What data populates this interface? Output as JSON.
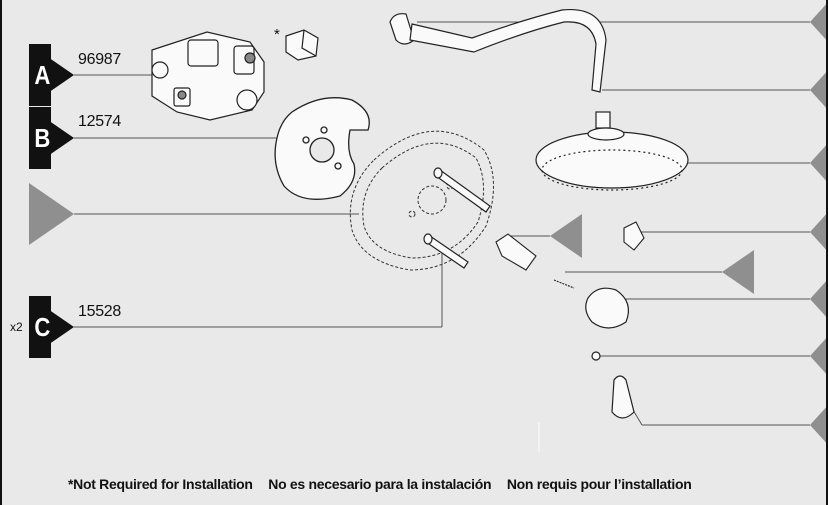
{
  "parts": [
    {
      "letter": "A",
      "number": "96987",
      "quantity": ""
    },
    {
      "letter": "B",
      "number": "12574",
      "quantity": ""
    },
    {
      "letter": "C",
      "number": "15528",
      "quantity": "x2"
    }
  ],
  "optional_marker": "*",
  "footnote": {
    "en": "*Not Required for Installation",
    "es": "No es necesario para la instalación",
    "fr": "Non requis pour l’installation"
  },
  "colors": {
    "badge": "#111111",
    "callout_blank": "#8f8f8f",
    "background": "#e9e9e9",
    "line": "#555555"
  },
  "icons": [
    "valve-body-icon",
    "stop-cap-icon",
    "plaster-guard-icon",
    "escutcheon-plate-icon",
    "screw-icon",
    "shower-arm-icon",
    "shower-head-icon",
    "handle-adapter-icon",
    "handle-icon",
    "flange-icon"
  ]
}
